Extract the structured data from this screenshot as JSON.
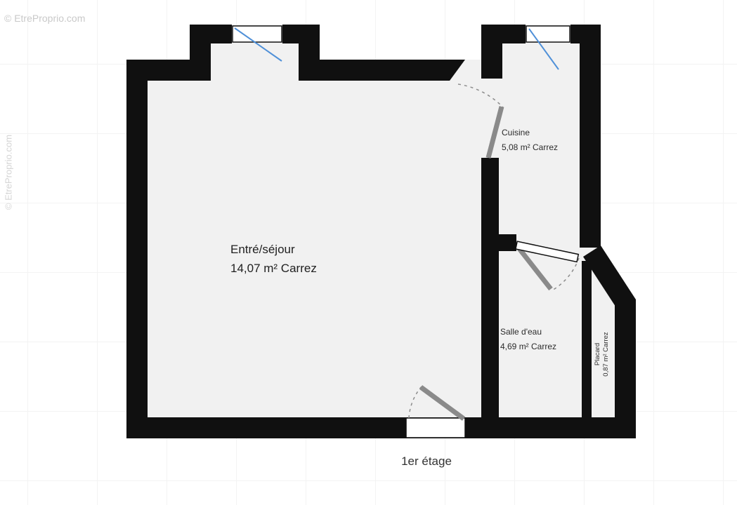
{
  "page": {
    "floor_label": "1er étage"
  },
  "watermark": {
    "text": "© EtreProprio.com"
  },
  "rooms": {
    "sejour": {
      "name": "Entré/séjour",
      "area": "14,07 m² Carrez"
    },
    "cuisine": {
      "name": "Cuisine",
      "area": "5,08 m² Carrez"
    },
    "salle_eau": {
      "name": "Salle d'eau",
      "area": "4,69 m² Carrez"
    },
    "placard": {
      "name": "Placard",
      "area": "0,87 m² Carrez"
    }
  },
  "colors": {
    "wall": "#101010",
    "floor": "#f1f1f1",
    "window_glass_line": "#4f90d8",
    "door_leaf": "#8a8a8a",
    "door_arc": "#8c8c8c",
    "label_text": "#1f1f1f",
    "watermark": "#c9c9c9",
    "grid_line": "#f3f3f3"
  }
}
